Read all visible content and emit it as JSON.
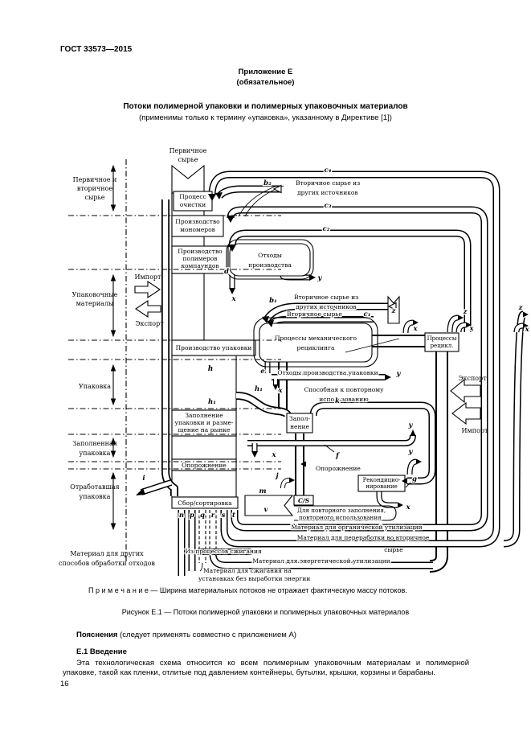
{
  "page": {
    "doc_number": "ГОСТ 33573—2015",
    "page_number": "16"
  },
  "header": {
    "annex": "Приложение Е",
    "annex_note": "(обязательное)",
    "title": "Потоки полимерной упаковки и полимерных упаковочных материалов",
    "subtitle": "(применимы только к термину «упаковка», указанному в Директиве [1])"
  },
  "diagram": {
    "stages": {
      "s1": [
        "Первичное и",
        "вторичное",
        "сырье"
      ],
      "s2": [
        "Упаковочные",
        "материалы"
      ],
      "s3": "Упаковка",
      "s4": [
        "Заполненная",
        "упаковка"
      ],
      "s5": [
        "Отработавшая",
        "упаковка"
      ],
      "s6": [
        "Материал для других",
        "способов обработки отходов"
      ]
    },
    "boxes": {
      "primary_raw": [
        "Первичное",
        "сырье"
      ],
      "cleaning": [
        "Процесс",
        "очистки"
      ],
      "monomers": [
        "Производство",
        "мономеров"
      ],
      "polymers": [
        "Производство",
        "полимеров",
        "компаундов"
      ],
      "waste_production": [
        "Отходы",
        "производства"
      ],
      "packaging_production": "Производство упаковки",
      "mech_recycling": [
        "Процессы механического",
        "рециклинга"
      ],
      "recycling_processes": [
        "Процессы",
        "рецикл."
      ],
      "filling_market": [
        "Заполнение",
        "упаковки и разме-",
        "щение на рынке"
      ],
      "filling": [
        "Запол-",
        "нение"
      ],
      "emptying": "Опорожнение",
      "emptying2": "Опорожнение",
      "reconditioning": [
        "Рекондицио-",
        "нирование"
      ],
      "collection": "Сбор/сортировка"
    },
    "flows": {
      "secondary_other": [
        "Вторичное сырье из",
        "других источников"
      ],
      "secondary_raw": "Вторичное сырье",
      "waste_pack": "Отходы производства упаковки",
      "reusable": [
        "Способная к повторному",
        "использованию"
      ],
      "refill": [
        "Для повторного заполнения,",
        "повторного использования"
      ],
      "organic": "Материал для органической утилизации",
      "to_secondary": [
        "Материал для переработки во вторичное",
        "сырье"
      ],
      "from_burning": "Из процессов сжигания",
      "energy": "Материал для энергетической  утилизации",
      "burn_no_energy": [
        "Материал для сжигания на",
        "установках без выработки энергии"
      ],
      "import": "Импорт",
      "export": "Экспорт"
    },
    "letters": {
      "b1": "b₁",
      "b2": "b₂",
      "c1": "c₁",
      "c2": "c₂",
      "c3": "c₃",
      "c4": "c₄",
      "cs": "C/S",
      "d": "d",
      "e": "e",
      "f": "f",
      "g": "g",
      "h": "h",
      "h1": "h₁",
      "i": "i",
      "j": "j",
      "k": "k",
      "m": "m",
      "n": "n",
      "p": "p",
      "q": "q",
      "r": "r",
      "s": "s",
      "t": "t",
      "v": "v",
      "x": "x",
      "y": "y",
      "z": "z"
    }
  },
  "footer": {
    "note": "П р и м е ч а н и е  —  Ширина материальных потоков не отражает фактическую массу потоков.",
    "caption": "Рисунок Е.1 — Потоки полимерной упаковки и полимерных упаковочных материалов",
    "explanations_bold": "Пояснения",
    "explanations_rest": " (следует применять совместно с приложением А)",
    "section": "Е.1 Введение",
    "paragraph": "Эта технологическая схема относится ко всем полимерным упаковочным материалам и полимерной упаковке, такой как пленки, отлитые под давлением контейнеры, бутылки, крышки, корзины и барабаны."
  }
}
